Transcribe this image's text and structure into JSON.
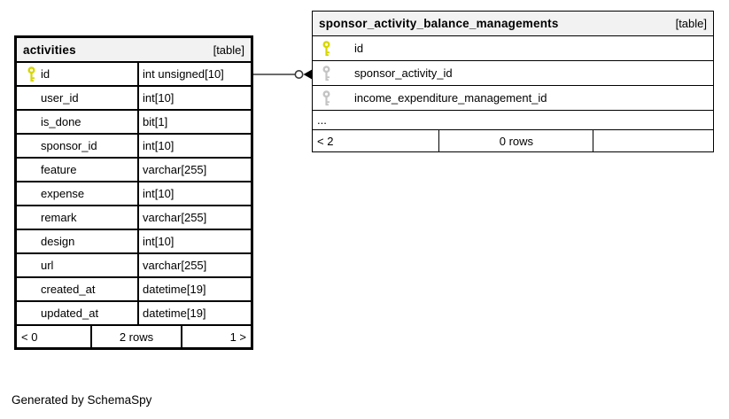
{
  "footer_note": "Generated by SchemaSpy",
  "colors": {
    "header_bg": "#f2f2f2",
    "border": "#000000",
    "primary_key": "#d6d600",
    "foreign_key": "#c4c4c4",
    "connector": "#3a3a3a",
    "arrow": "#000000"
  },
  "tables": [
    {
      "title": "activities",
      "tag": "[table]",
      "show_types": true,
      "rows": [
        {
          "name": "id",
          "type": "int unsigned[10]",
          "key": "primary"
        },
        {
          "name": "user_id",
          "type": "int[10]",
          "key": ""
        },
        {
          "name": "is_done",
          "type": "bit[1]",
          "key": ""
        },
        {
          "name": "sponsor_id",
          "type": "int[10]",
          "key": ""
        },
        {
          "name": "feature",
          "type": "varchar[255]",
          "key": ""
        },
        {
          "name": "expense",
          "type": "int[10]",
          "key": ""
        },
        {
          "name": "remark",
          "type": "varchar[255]",
          "key": ""
        },
        {
          "name": "design",
          "type": "int[10]",
          "key": ""
        },
        {
          "name": "url",
          "type": "varchar[255]",
          "key": ""
        },
        {
          "name": "created_at",
          "type": "datetime[19]",
          "key": ""
        },
        {
          "name": "updated_at",
          "type": "datetime[19]",
          "key": ""
        }
      ],
      "footer": {
        "left": "< 0",
        "center": "2 rows",
        "right": "1 >"
      }
    },
    {
      "title": "sponsor_activity_balance_managements",
      "tag": "[table]",
      "show_types": false,
      "rows": [
        {
          "name": "id",
          "type": "",
          "key": "primary"
        },
        {
          "name": "sponsor_activity_id",
          "type": "",
          "key": "foreign"
        },
        {
          "name": "income_expenditure_management_id",
          "type": "",
          "key": "foreign"
        }
      ],
      "ellipsis": "...",
      "footer": {
        "left": "< 2",
        "center": "0 rows",
        "right": ""
      }
    }
  ],
  "relationship": {
    "from_table": "activities",
    "from_column": "id",
    "to_table": "sponsor_activity_balance_managements",
    "to_column": "sponsor_activity_id",
    "notation": "zero-or-many"
  }
}
